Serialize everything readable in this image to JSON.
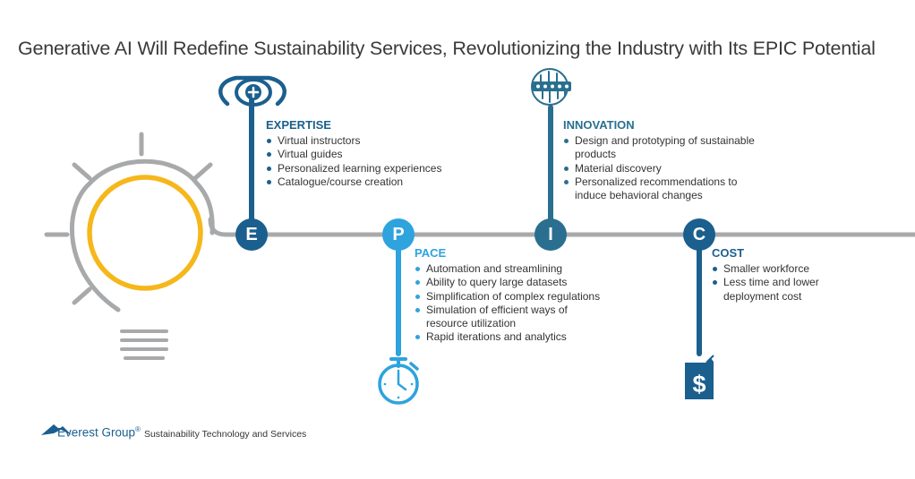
{
  "title": "Generative AI Will Redefine Sustainability Services, Revolutionizing the Industry with Its EPIC Potential",
  "sections": [
    {
      "letter": "E",
      "heading": "EXPERTISE",
      "icon": "head-plus-icon",
      "color": "#1b5f8e",
      "items": [
        "Virtual instructors",
        "Virtual guides",
        "Personalized learning experiences",
        "Catalogue/course creation"
      ]
    },
    {
      "letter": "P",
      "heading": "PACE",
      "icon": "stopwatch-icon",
      "color": "#2ea3de",
      "items": [
        "Automation and streamlining",
        "Ability to query large datasets",
        "Simplification of complex regulations",
        "Simulation of efficient ways of resource utilization",
        "Rapid iterations and analytics"
      ]
    },
    {
      "letter": "I",
      "heading": "INNOVATION",
      "icon": "circuit-icon",
      "color": "#2a6f8f",
      "items": [
        "Design and prototyping of sustainable products",
        "Material discovery",
        "Personalized recommendations to induce behavioral changes"
      ]
    },
    {
      "letter": "C",
      "heading": "COST",
      "icon": "dollar-tag-icon",
      "color": "#1b5f8e",
      "items": [
        "Smaller workforce",
        "Less time and lower deployment cost"
      ]
    }
  ],
  "footer": {
    "brand": "Everest Group",
    "registered": "®",
    "subtitle": "Sustainability Technology and Services"
  }
}
